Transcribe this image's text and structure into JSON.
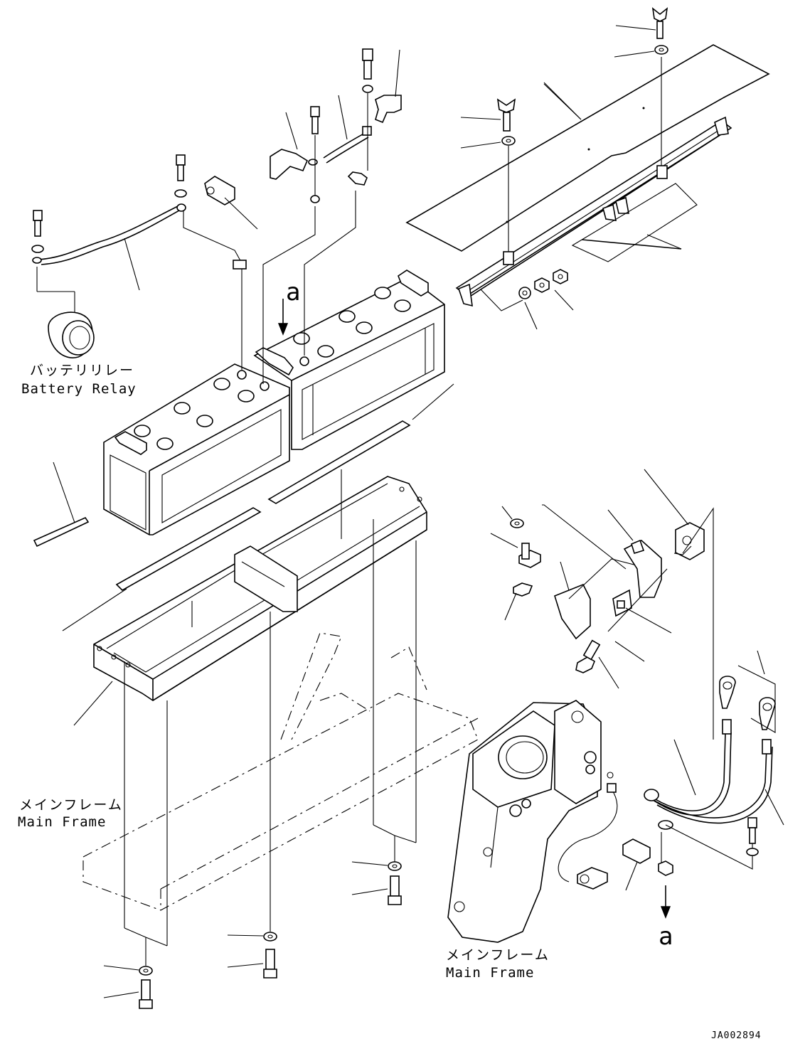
{
  "labels": {
    "battery_relay_jp": "バッテリリレー",
    "battery_relay_en": "Battery Relay",
    "main_frame_left_jp": "メインフレーム",
    "main_frame_left_en": "Main Frame",
    "main_frame_right_jp": "メインフレーム",
    "main_frame_right_en": "Main Frame",
    "view_a_top": "a",
    "view_a_bottom": "a",
    "drawing_code": "JA002894"
  }
}
